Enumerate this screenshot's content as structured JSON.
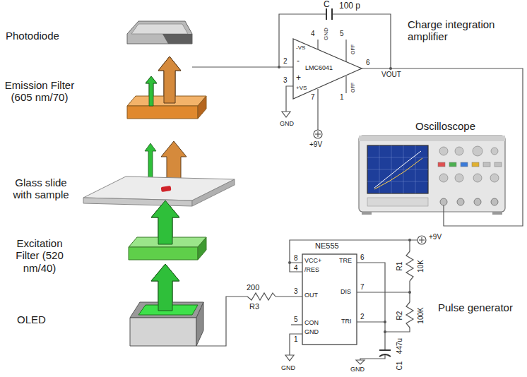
{
  "diagram": {
    "nodes": [
      {
        "text": [
          "LMC6041",
          "-VS",
          "-",
          "+",
          "+VS",
          "OFF",
          "OFF",
          "GND"
        ]
      },
      {
        "text": [
          "NE555",
          "VCC+",
          "/RES",
          "TRE",
          "OUT",
          "DIS",
          "CON",
          "GND",
          "TRI"
        ]
      }
    ],
    "labels": [
      "Photodiode",
      "Emission Filter (605 nm/70)",
      "Glass slide with sample",
      "Excitation Filter (520 nm/40)",
      "OLED",
      "Charge integration amplifier",
      "Oscilloscope",
      "Pulse generator",
      "C",
      "100 p",
      "2",
      "3",
      "4",
      "5",
      "6",
      "7",
      "1",
      "VOUT",
      "GND",
      "+9V",
      "8",
      "4",
      "3",
      "5",
      "1",
      "6",
      "7",
      "2",
      "200",
      "R3",
      "R1",
      "10K",
      "R2",
      "100K",
      "+9V",
      "447u",
      "C1",
      "GND",
      "GND"
    ]
  }
}
